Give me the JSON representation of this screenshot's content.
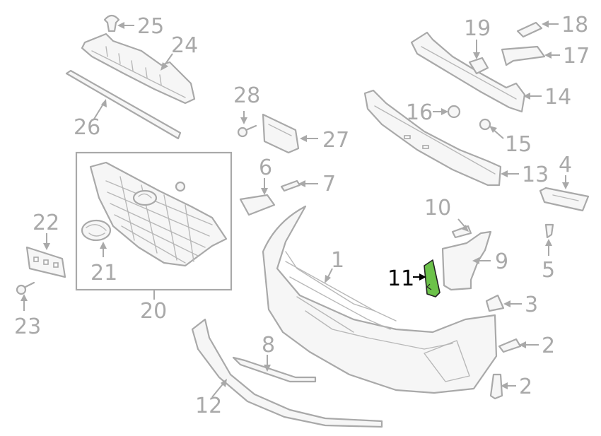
{
  "diagram": {
    "highlight_color": "#6cc24a",
    "line_color": "#a9a9a9",
    "labels": {
      "n1": "1",
      "n2a": "2",
      "n2b": "2",
      "n3": "3",
      "n4": "4",
      "n5": "5",
      "n6": "6",
      "n7": "7",
      "n8": "8",
      "n9": "9",
      "n10": "10",
      "n11": "11",
      "n12": "12",
      "n13": "13",
      "n14": "14",
      "n15": "15",
      "n16": "16",
      "n17": "17",
      "n18": "18",
      "n19": "19",
      "n20": "20",
      "n21": "21",
      "n22": "22",
      "n23": "23",
      "n24": "24",
      "n25": "25",
      "n26": "26",
      "n27": "27",
      "n28": "28"
    }
  }
}
